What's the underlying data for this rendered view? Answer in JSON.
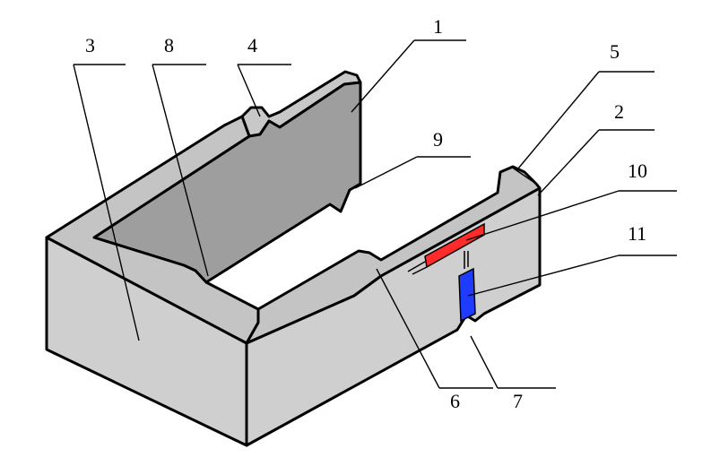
{
  "labels": {
    "n1": "1",
    "n2": "2",
    "n3": "3",
    "n4": "4",
    "n5": "5",
    "n6": "6",
    "n7": "7",
    "n8": "8",
    "n9": "9",
    "n10": "10",
    "n11": "11"
  },
  "colors": {
    "frame_face": "#cfcfcf",
    "frame_top": "#c4c4c4",
    "inner_plate": "#9e9e9e",
    "red_component": "#ff2a2a",
    "blue_component": "#1e3cff",
    "outline": "#000000"
  }
}
